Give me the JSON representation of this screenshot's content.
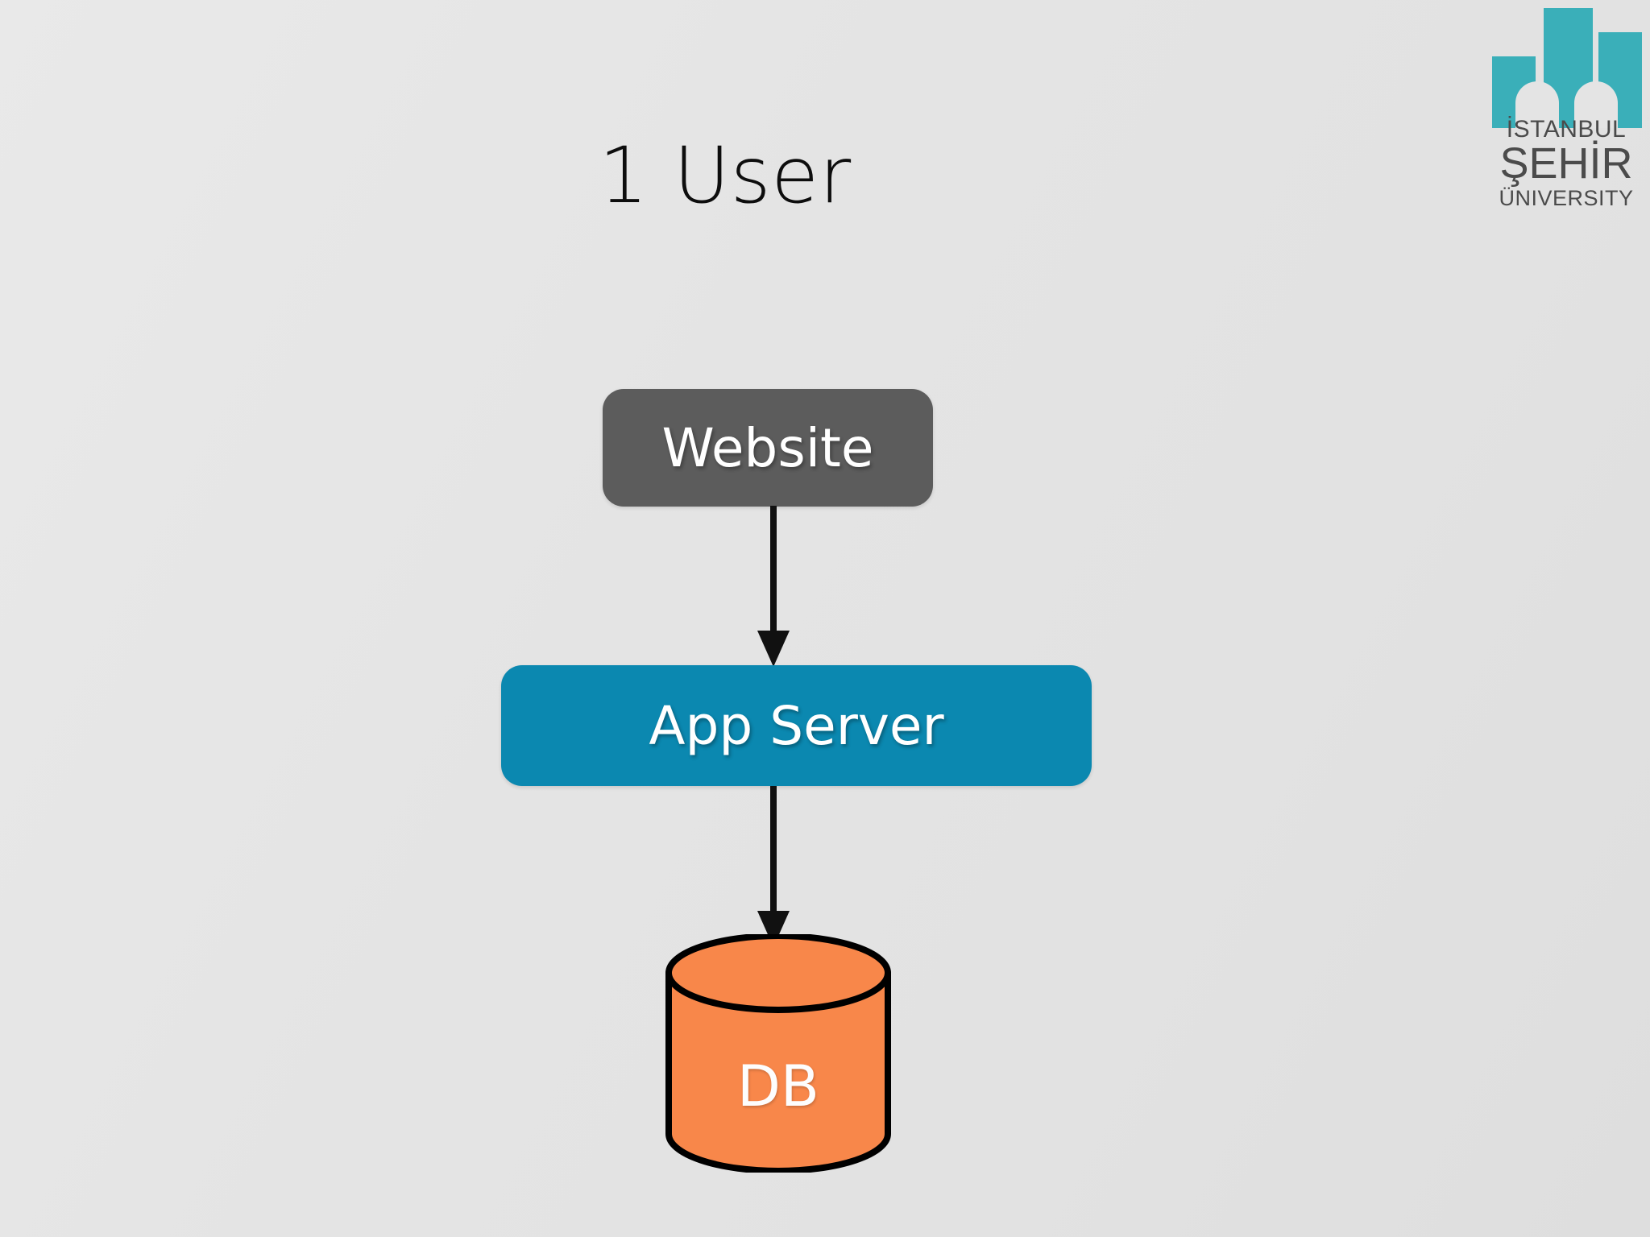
{
  "slide": {
    "title": "1 User",
    "background_color": "#e4e4e4"
  },
  "logo": {
    "name": "istanbul-sehir-university-logo",
    "line1": "İSTANBUL",
    "line2": "ŞEHİR",
    "line3": "ÜNIVERSITY",
    "mark_color": "#3aafb9",
    "text_color": "#4b4b4b"
  },
  "diagram": {
    "type": "flow",
    "nodes": [
      {
        "id": "website",
        "label": "Website",
        "shape": "rounded-rectangle",
        "fill": "#5c5c5c",
        "text_color": "#ffffff"
      },
      {
        "id": "app-server",
        "label": "App Server",
        "shape": "rounded-rectangle",
        "fill": "#0b88b0",
        "text_color": "#ffffff"
      },
      {
        "id": "db",
        "label": "DB",
        "shape": "cylinder",
        "fill": "#f8874a",
        "stroke": "#000000",
        "text_color": "#fdfdfd"
      }
    ],
    "edges": [
      {
        "id": "website-to-app-server",
        "from": "website",
        "to": "app-server",
        "style": "solid-arrow",
        "color": "#000000"
      },
      {
        "id": "app-server-to-db",
        "from": "app-server",
        "to": "db",
        "style": "solid-arrow",
        "color": "#000000"
      }
    ]
  }
}
